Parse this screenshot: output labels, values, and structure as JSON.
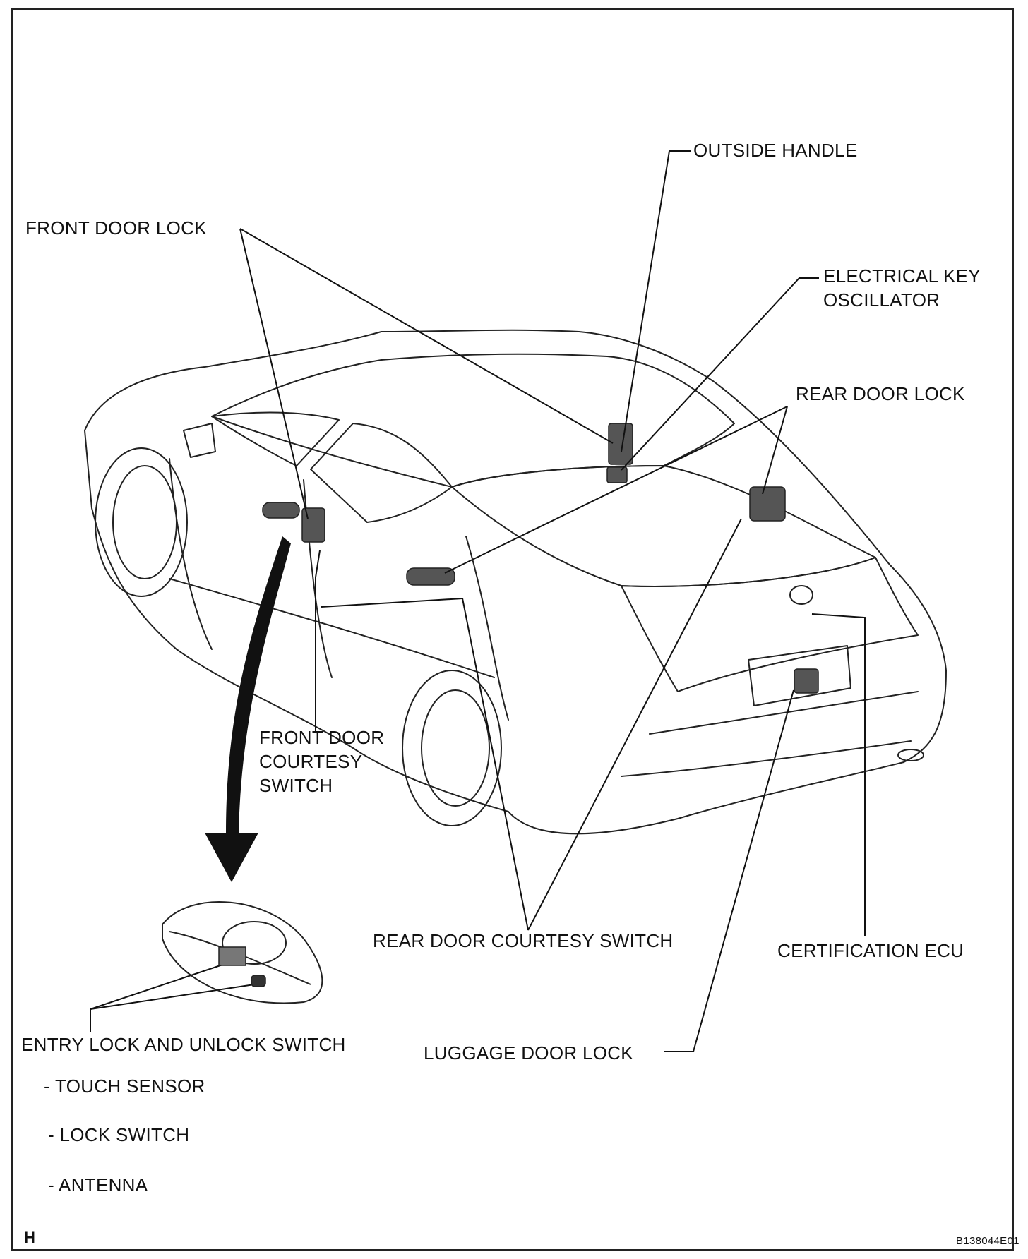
{
  "labels": {
    "outside_handle": "OUTSIDE HANDLE",
    "front_door_lock": "FRONT DOOR LOCK",
    "electrical_key_oscillator": [
      "ELECTRICAL KEY",
      "OSCILLATOR"
    ],
    "rear_door_lock": "REAR DOOR LOCK",
    "front_door_courtesy_switch": [
      "FRONT DOOR",
      "COURTESY",
      "SWITCH"
    ],
    "rear_door_courtesy_switch": "REAR DOOR COURTESY SWITCH",
    "certification_ecu": "CERTIFICATION ECU",
    "luggage_door_lock": "LUGGAGE DOOR LOCK",
    "entry_lock_and_unlock_switch": "ENTRY LOCK AND UNLOCK SWITCH",
    "entry_switch_items": [
      "- TOUCH SENSOR",
      "- LOCK SWITCH",
      "- ANTENNA"
    ]
  },
  "footer": {
    "corner_mark": "H",
    "figure_id": "B138044E01"
  }
}
